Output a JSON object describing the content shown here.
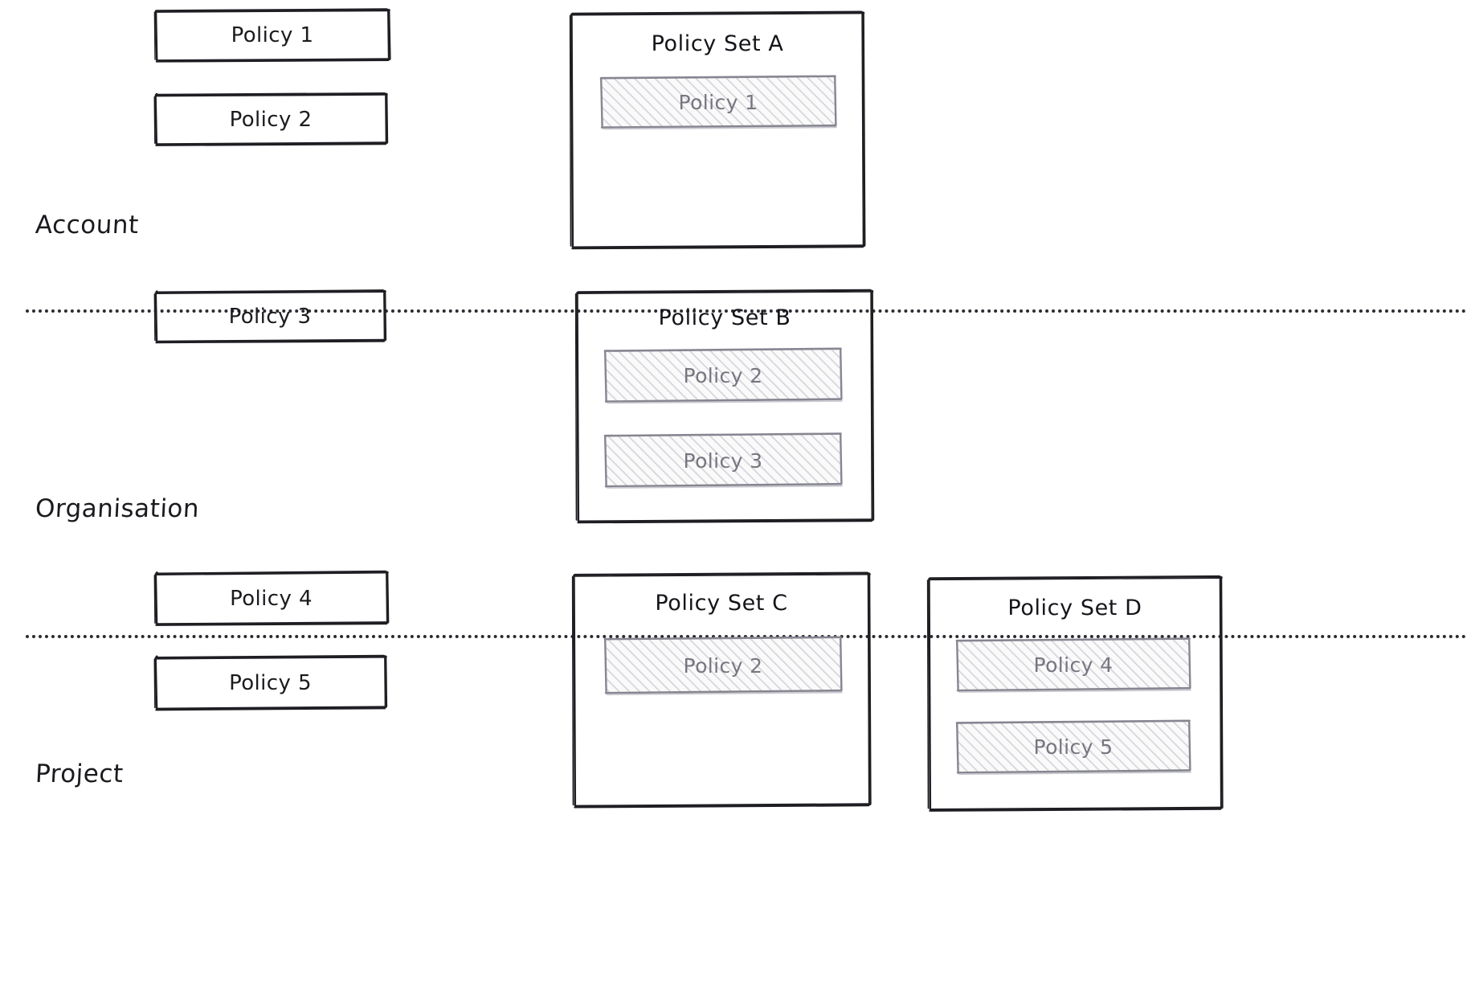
{
  "diagram": {
    "title": "Policy and Policy Set scoping across Account, Organisation and Project levels",
    "colors": {
      "stroke_dark": "#1e1e23",
      "stroke_gray": "#868691",
      "hatch_fill": "#d6d6dc",
      "chip_background": "#fafafa",
      "text_dark": "#1b1b1f",
      "text_gray": "#767680",
      "divider": "#2b2b30",
      "canvas_background": "#ffffff"
    },
    "bands": [
      {
        "id": "account",
        "label": "Account",
        "policies": [
          {
            "label": "Policy 1"
          },
          {
            "label": "Policy 2"
          }
        ],
        "policy_sets": [
          {
            "title": "Policy Set A",
            "members": [
              {
                "label": "Policy 1"
              }
            ]
          }
        ]
      },
      {
        "id": "organisation",
        "label": "Organisation",
        "policies": [
          {
            "label": "Policy 3"
          }
        ],
        "policy_sets": [
          {
            "title": "Policy Set B",
            "members": [
              {
                "label": "Policy 2"
              },
              {
                "label": "Policy 3"
              }
            ]
          }
        ]
      },
      {
        "id": "project",
        "label": "Project",
        "policies": [
          {
            "label": "Policy 4"
          },
          {
            "label": "Policy 5"
          }
        ],
        "policy_sets": [
          {
            "title": "Policy Set C",
            "members": [
              {
                "label": "Policy 2"
              }
            ]
          },
          {
            "title": "Policy Set D",
            "members": [
              {
                "label": "Policy 4"
              },
              {
                "label": "Policy 5"
              }
            ]
          }
        ]
      }
    ]
  }
}
